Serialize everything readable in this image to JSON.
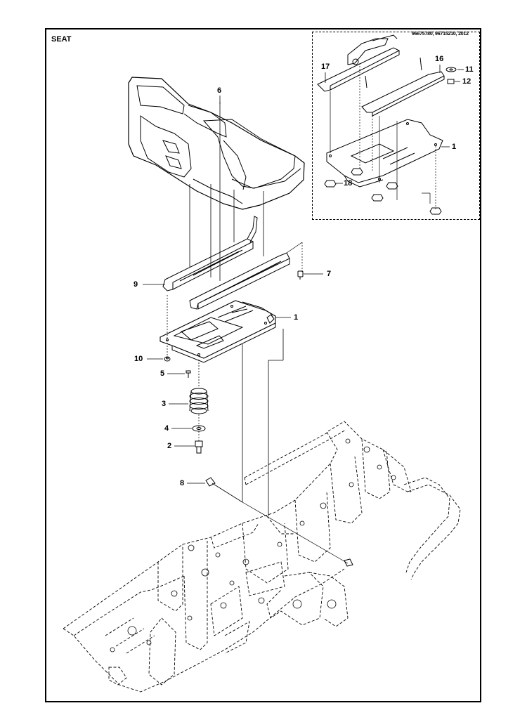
{
  "title": "SEAT",
  "inset_reference": "96675780, 96715210, 2012",
  "callouts": [
    {
      "id": "c6",
      "text": "6"
    },
    {
      "id": "c7",
      "text": "7"
    },
    {
      "id": "c9",
      "text": "9"
    },
    {
      "id": "c1",
      "text": "1"
    },
    {
      "id": "c10",
      "text": "10"
    },
    {
      "id": "c5",
      "text": "5"
    },
    {
      "id": "c3",
      "text": "3"
    },
    {
      "id": "c4",
      "text": "4"
    },
    {
      "id": "c2",
      "text": "2"
    },
    {
      "id": "c8",
      "text": "8"
    },
    {
      "id": "c17",
      "text": "17"
    },
    {
      "id": "c16",
      "text": "16"
    },
    {
      "id": "c11",
      "text": "11"
    },
    {
      "id": "c12",
      "text": "12"
    },
    {
      "id": "c1b",
      "text": "1"
    },
    {
      "id": "c18",
      "text": "18"
    }
  ]
}
